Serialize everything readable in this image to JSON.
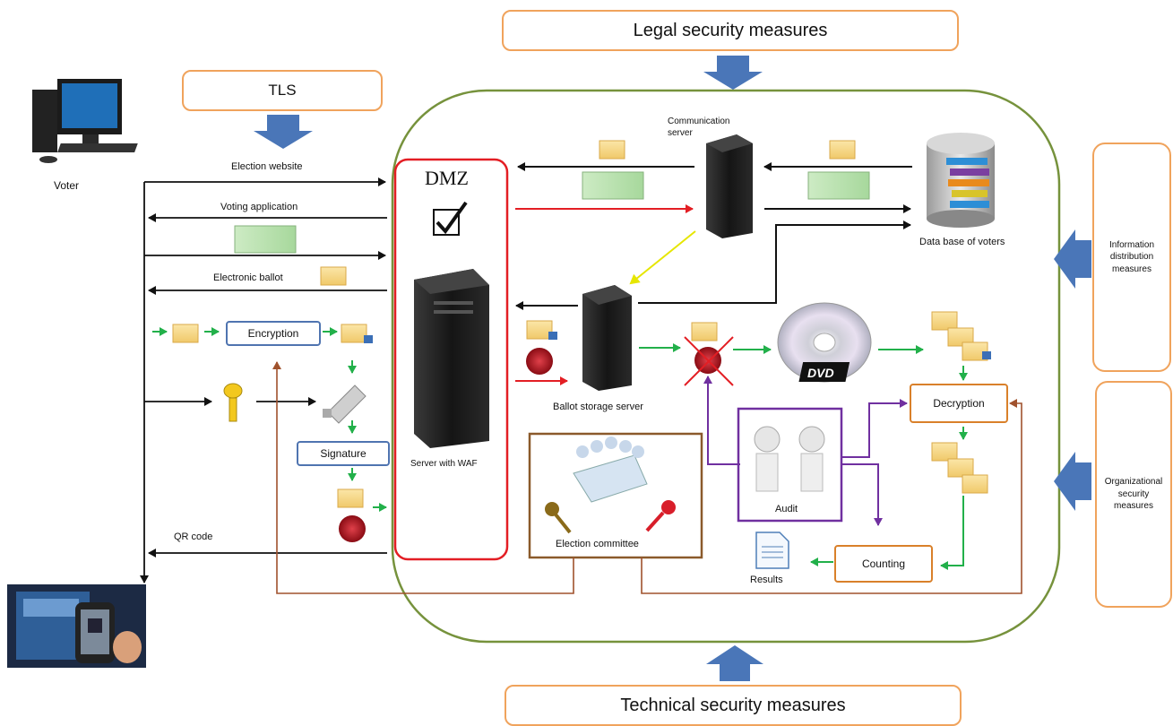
{
  "top_box": "Legal security measures",
  "bottom_box": "Technical security measures",
  "tls_box": "TLS",
  "side_top": "Information distribution measures",
  "side_bottom": "Organizational security measures",
  "voter": "Voter",
  "flows": {
    "election_website": "Election website",
    "voting_application": "Voting application",
    "electronic_ballot": "Electronic ballot",
    "qr_code": "QR code"
  },
  "dmz": "DMZ",
  "server_waf": "Server with WAF",
  "comm_server": "Communication server",
  "db_voters": "Data base of voters",
  "ballot_storage": "Ballot storage server",
  "encryption": "Encryption",
  "signature": "Signature",
  "decryption": "Decryption",
  "counting": "Counting",
  "results": "Results",
  "audit": "Audit",
  "election_committee": "Election committee",
  "dvd": "DVD",
  "colors": {
    "green_frame": "#76923c",
    "orange": "#f0a35c",
    "red": "#e31e24",
    "blue_arrow": "#4a76b8",
    "brown": "#a0522d",
    "purple": "#7030a0",
    "green_arrow": "#22b04a",
    "yellow": "#f2f200"
  }
}
